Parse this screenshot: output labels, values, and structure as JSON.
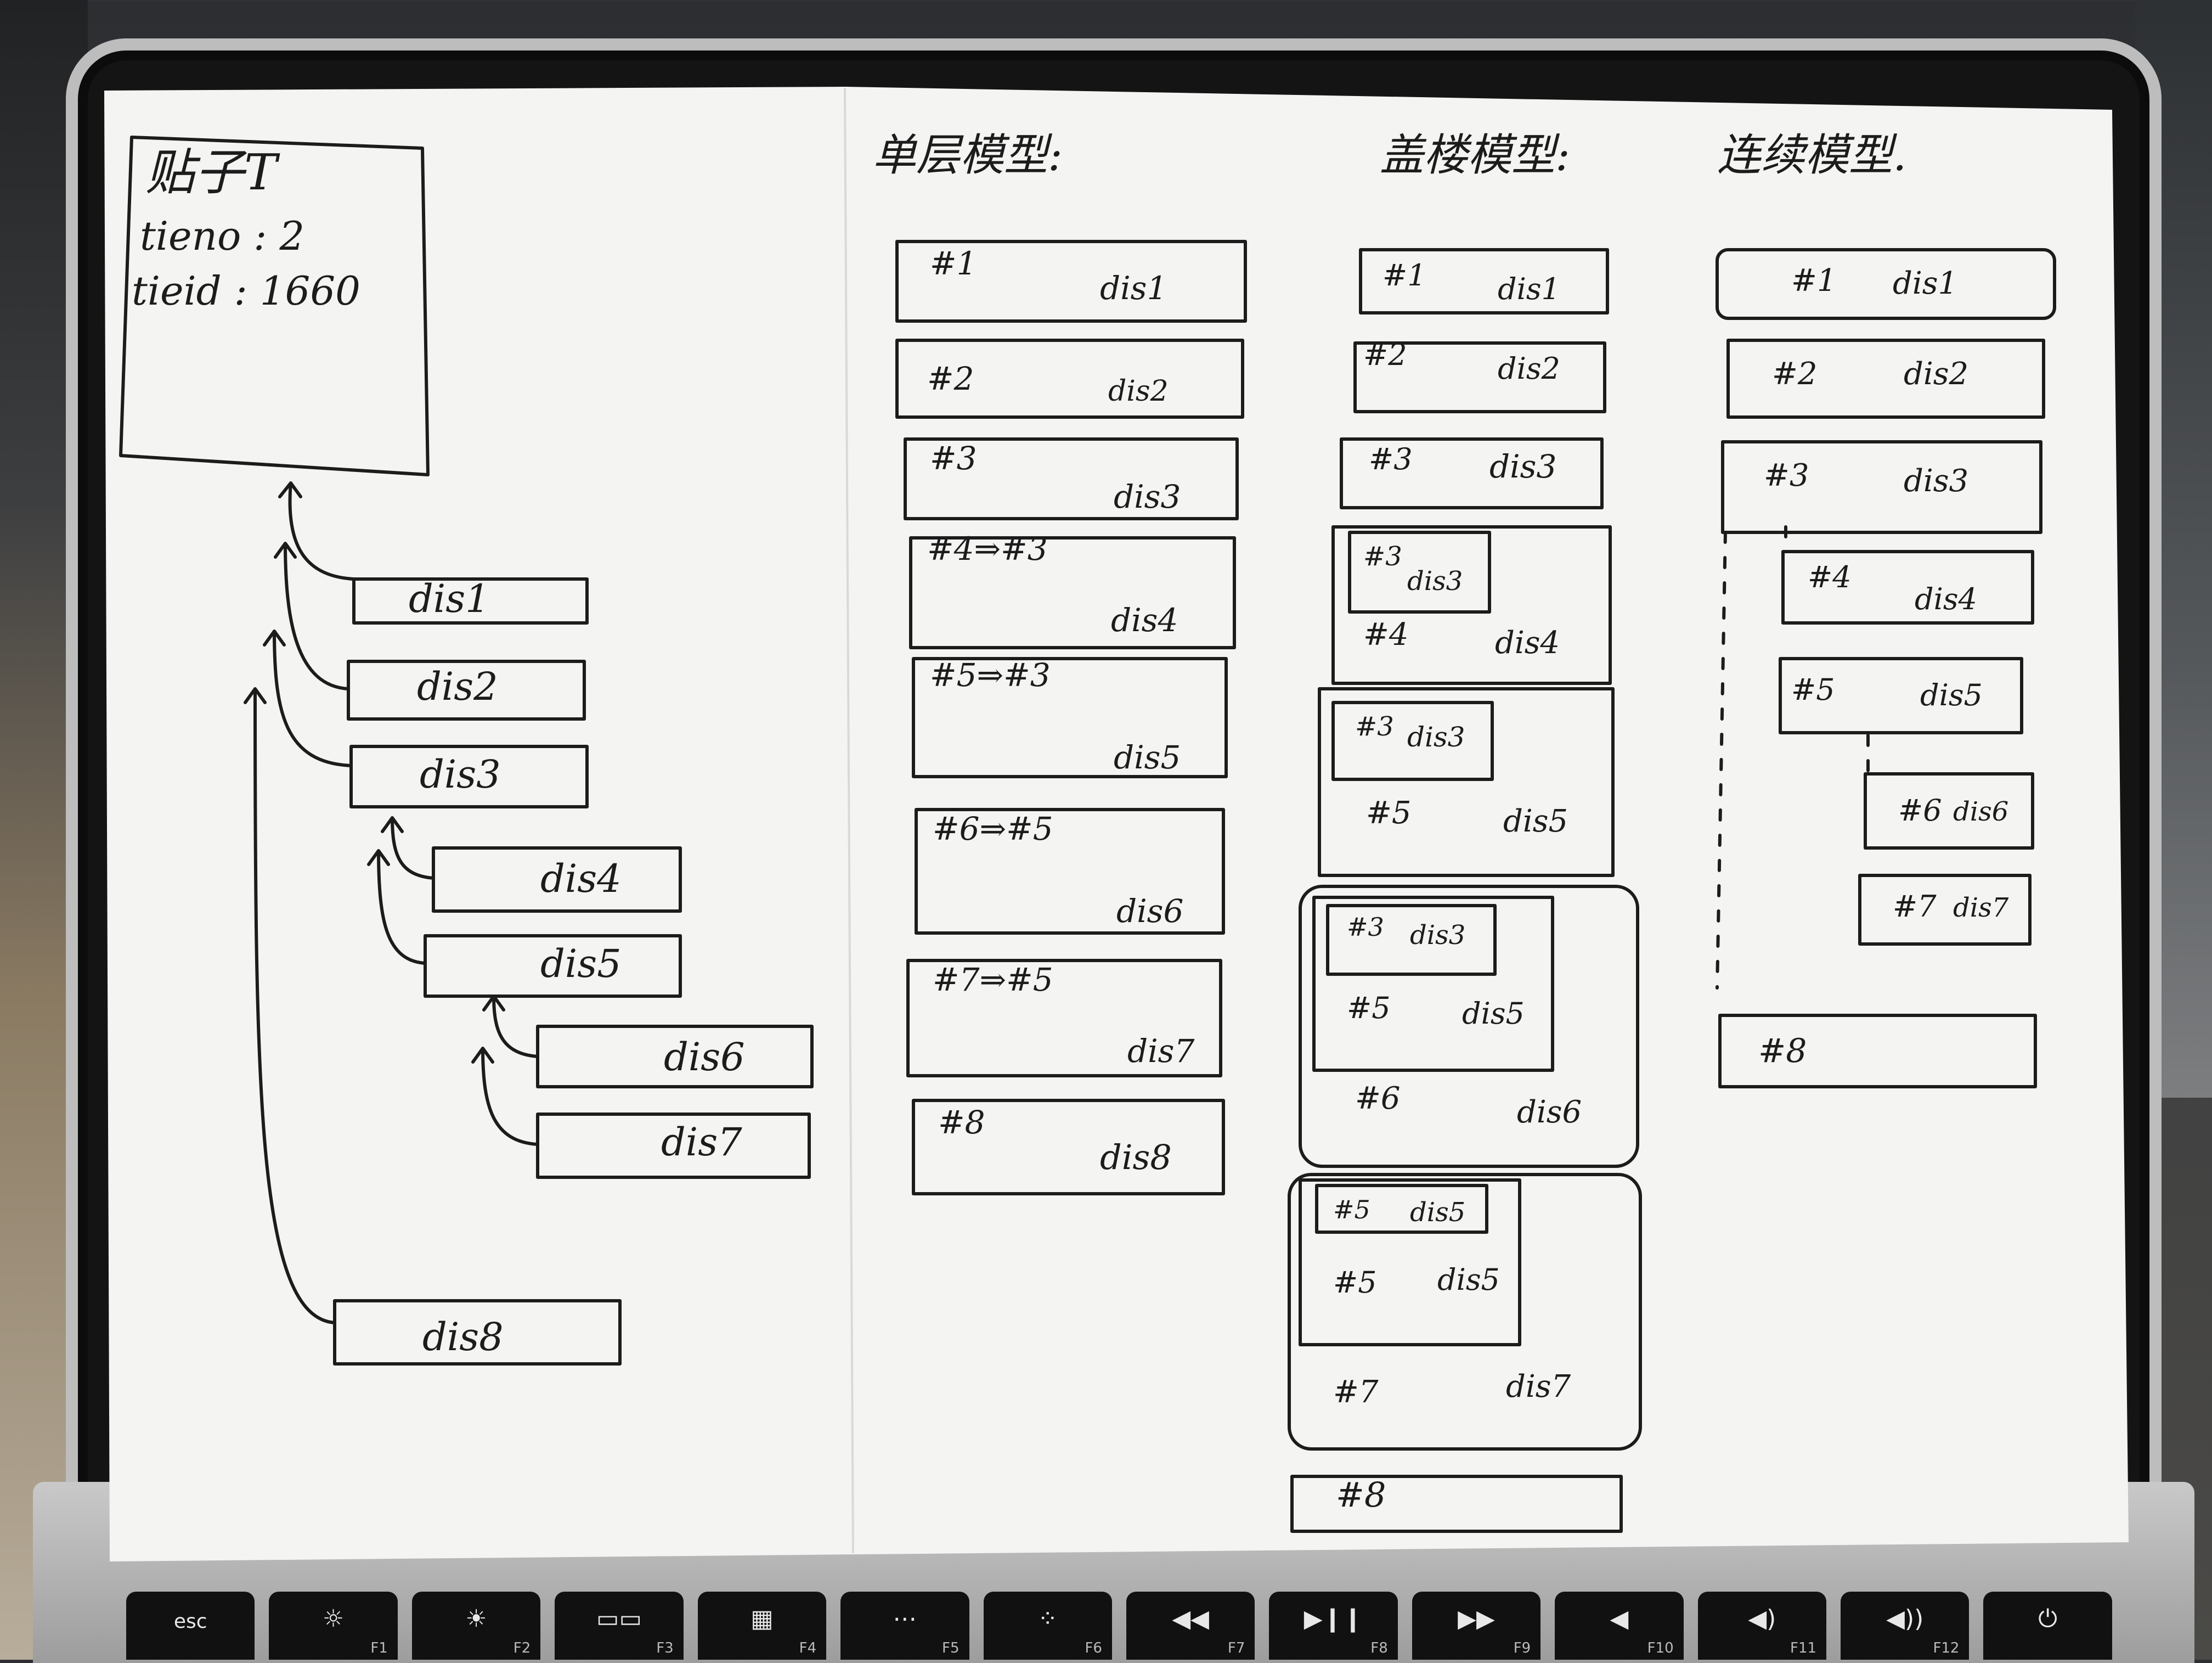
{
  "paper": {
    "legend": {
      "line1": "贴子T",
      "line2": "tieno : 2",
      "line3": "tieid : 1660"
    },
    "tree_labels": [
      "dis1",
      "dis2",
      "dis3",
      "dis4",
      "dis5",
      "dis6",
      "dis7",
      "dis8"
    ],
    "headings": {
      "single_layer": "单层模型:",
      "nested": "盖楼模型:",
      "linked": "连续模型."
    },
    "single_layer_model": [
      {
        "id": "#1",
        "dis": "dis1"
      },
      {
        "id": "#2",
        "dis": "dis2"
      },
      {
        "id": "#3",
        "dis": "dis3"
      },
      {
        "id": "#4⇒#3",
        "dis": "dis4"
      },
      {
        "id": "#5⇒#3",
        "dis": "dis5"
      },
      {
        "id": "#6⇒#5",
        "dis": "dis6"
      },
      {
        "id": "#7⇒#5",
        "dis": "dis7"
      },
      {
        "id": "#8",
        "dis": "dis8"
      }
    ],
    "nested_model": {
      "simple": [
        {
          "id": "#1",
          "dis": "dis1"
        },
        {
          "id": "#2",
          "dis": "dis2"
        },
        {
          "id": "#3",
          "dis": "dis3"
        }
      ],
      "block4": {
        "inner_id": "#3",
        "inner_dis": "dis3",
        "id": "#4",
        "dis": "dis4"
      },
      "block5": {
        "inner_id": "#3",
        "inner_dis": "dis3",
        "id": "#5",
        "dis": "dis5"
      },
      "block6": {
        "inner2_id": "#3",
        "inner2_dis": "dis3",
        "inner1_id": "#5",
        "inner1_dis": "dis5",
        "id": "#6",
        "dis": "dis6"
      },
      "block7": {
        "inner2_id": "#5",
        "inner2_dis": "dis5",
        "inner1_id": "#5",
        "inner1_dis": "dis5",
        "id": "#7",
        "dis": "dis7"
      },
      "block8": {
        "id": "#8"
      }
    },
    "linked_model": [
      {
        "id": "#1",
        "dis": "dis1"
      },
      {
        "id": "#2",
        "dis": "dis2"
      },
      {
        "id": "#3",
        "dis": "dis3"
      },
      {
        "id": "#4",
        "dis": "dis4"
      },
      {
        "id": "#5",
        "dis": "dis5"
      },
      {
        "id": "#6",
        "dis": "dis6"
      },
      {
        "id": "#7",
        "dis": "dis7"
      },
      {
        "id": "#8",
        "dis": ""
      }
    ]
  },
  "keyboard": {
    "keys": [
      {
        "glyph": "esc",
        "fn": ""
      },
      {
        "glyph": "☼",
        "fn": "F1"
      },
      {
        "glyph": "☀",
        "fn": "F2"
      },
      {
        "glyph": "▭▭",
        "fn": "F3"
      },
      {
        "glyph": "▦",
        "fn": "F4"
      },
      {
        "glyph": "⋯",
        "fn": "F5"
      },
      {
        "glyph": "⁘",
        "fn": "F6"
      },
      {
        "glyph": "◀◀",
        "fn": "F7"
      },
      {
        "glyph": "▶❙❙",
        "fn": "F8"
      },
      {
        "glyph": "▶▶",
        "fn": "F9"
      },
      {
        "glyph": "◀",
        "fn": "F10"
      },
      {
        "glyph": "◀)",
        "fn": "F11"
      },
      {
        "glyph": "◀))",
        "fn": "F12"
      },
      {
        "glyph": "⏻",
        "fn": ""
      }
    ]
  },
  "colors": {
    "paper": "#f4f4f2",
    "ink": "#1c1c1c"
  }
}
